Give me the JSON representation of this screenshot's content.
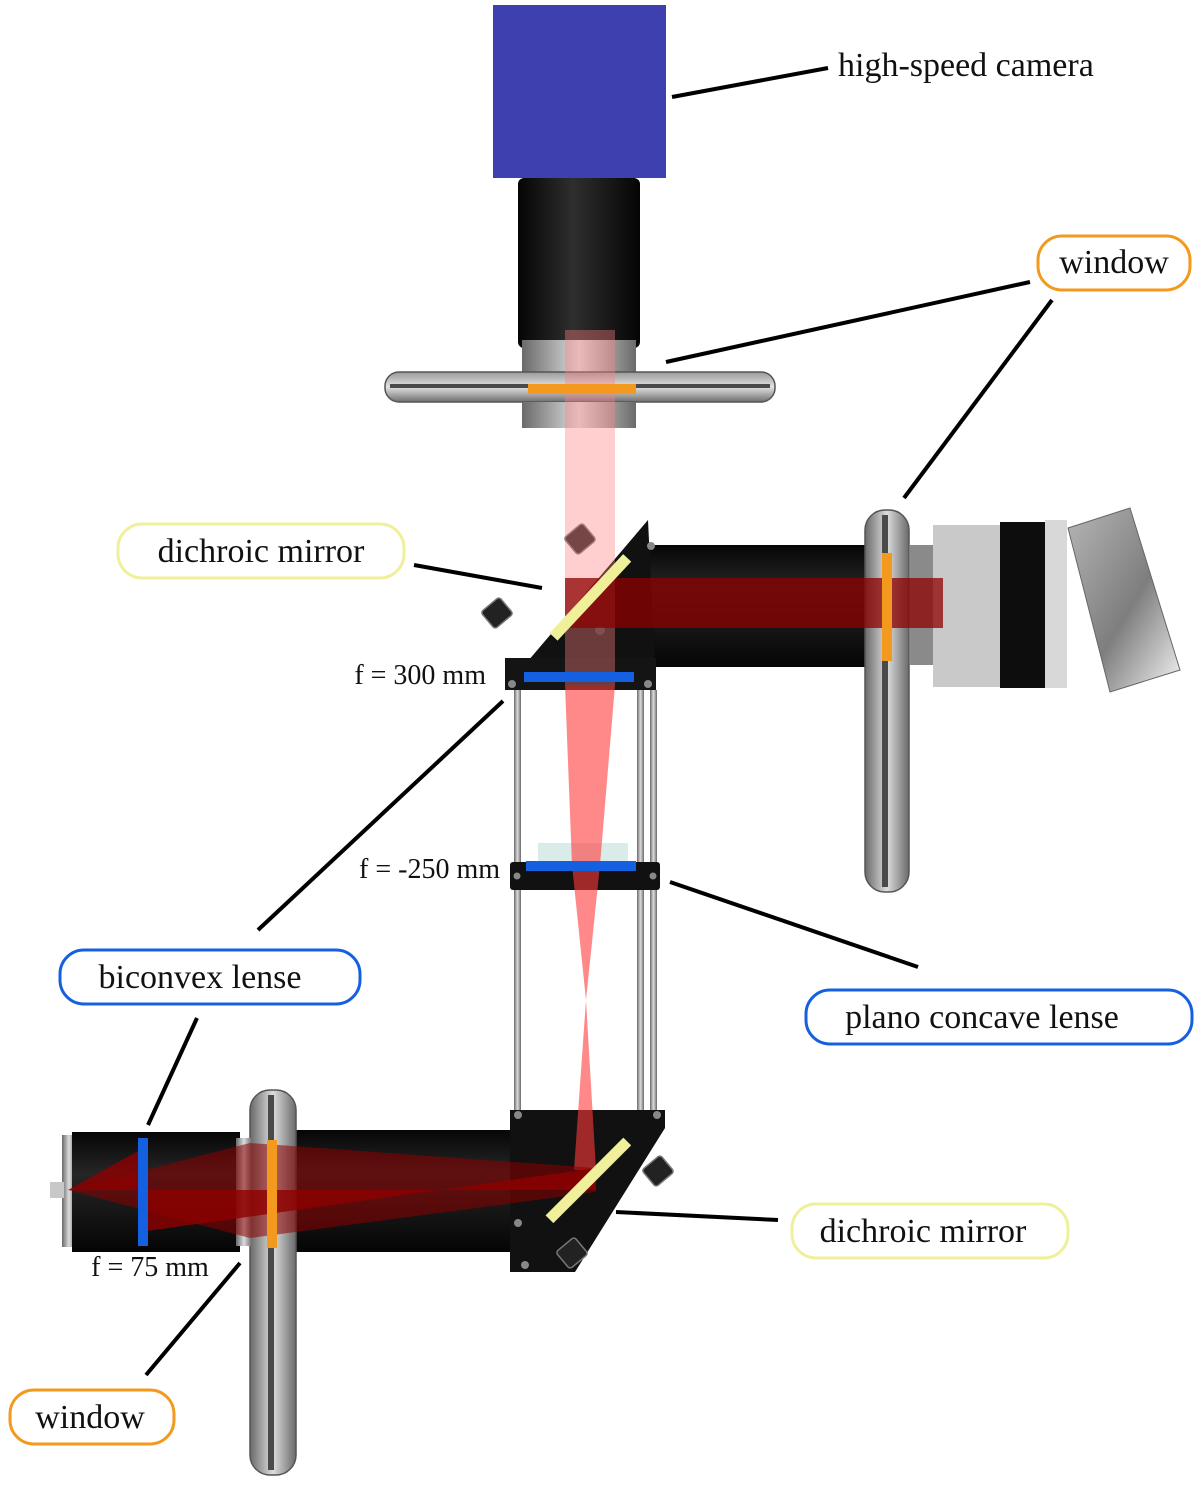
{
  "colors": {
    "camera": "#3f40b0",
    "window": "#f39a1e",
    "lens": "#1560e0",
    "dichroic": "#f0ef9a",
    "beam_light": "#ff8080",
    "beam_dark": "#8e0000",
    "housing": "#0c0c0c",
    "leader": "#000000"
  },
  "labels": {
    "camera": "high-speed camera",
    "window_top": "window",
    "dichroic_top": "dichroic mirror",
    "biconvex": "biconvex lense",
    "plano_concave": "plano concave lense",
    "dichroic_bottom": "dichroic mirror",
    "window_bottom": "window"
  },
  "focal_lengths": {
    "f300": "f = 300 mm",
    "f250": "f = -250 mm",
    "f75": "f = 75 mm"
  }
}
